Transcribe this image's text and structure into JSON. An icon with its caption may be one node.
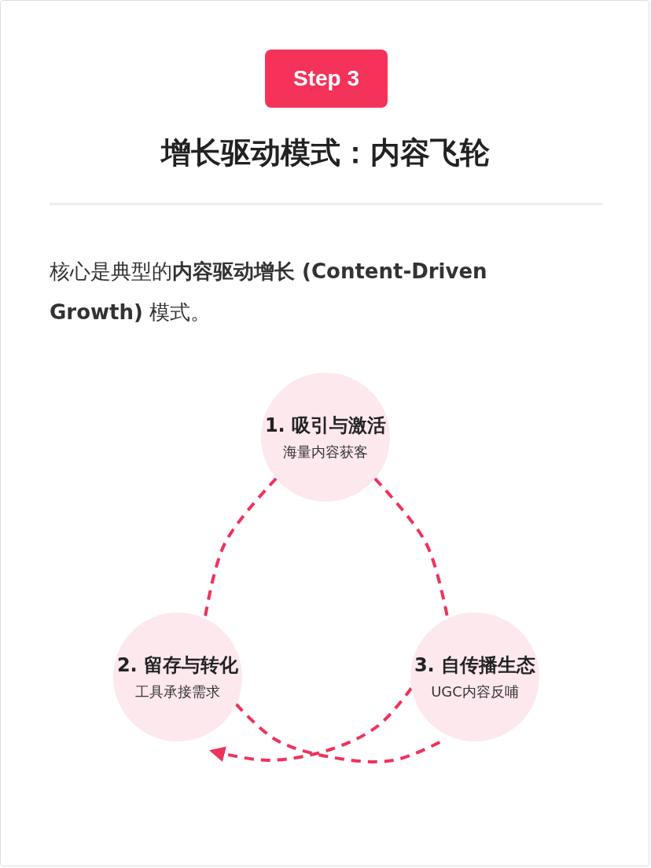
{
  "diagram": {
    "title": "增长驱动模式：内容飞轮",
    "nodes": [
      {
        "text": [
          "Step 3"
        ]
      },
      {
        "text": [
          "1. 吸引与激活",
          "海量内容获客"
        ]
      },
      {
        "text": [
          "2. 留存与转化",
          "工具承接需求"
        ]
      },
      {
        "text": [
          "3. 自传播生态",
          "UGC内容反哺"
        ]
      }
    ],
    "edges": [
      {
        "from": 1,
        "to": 2,
        "arrow": "none",
        "style": "dashed"
      },
      {
        "from": 1,
        "to": 3,
        "arrow": "none",
        "style": "dashed"
      },
      {
        "from": 2,
        "to": 3,
        "arrow": "none",
        "style": "dashed"
      },
      {
        "from": 3,
        "to": 2,
        "arrow": "to",
        "style": "dashed"
      }
    ],
    "labels": [
      "核心是典型的**内容驱动增长 (Content-Driven Growth)** 模式。"
    ]
  }
}
